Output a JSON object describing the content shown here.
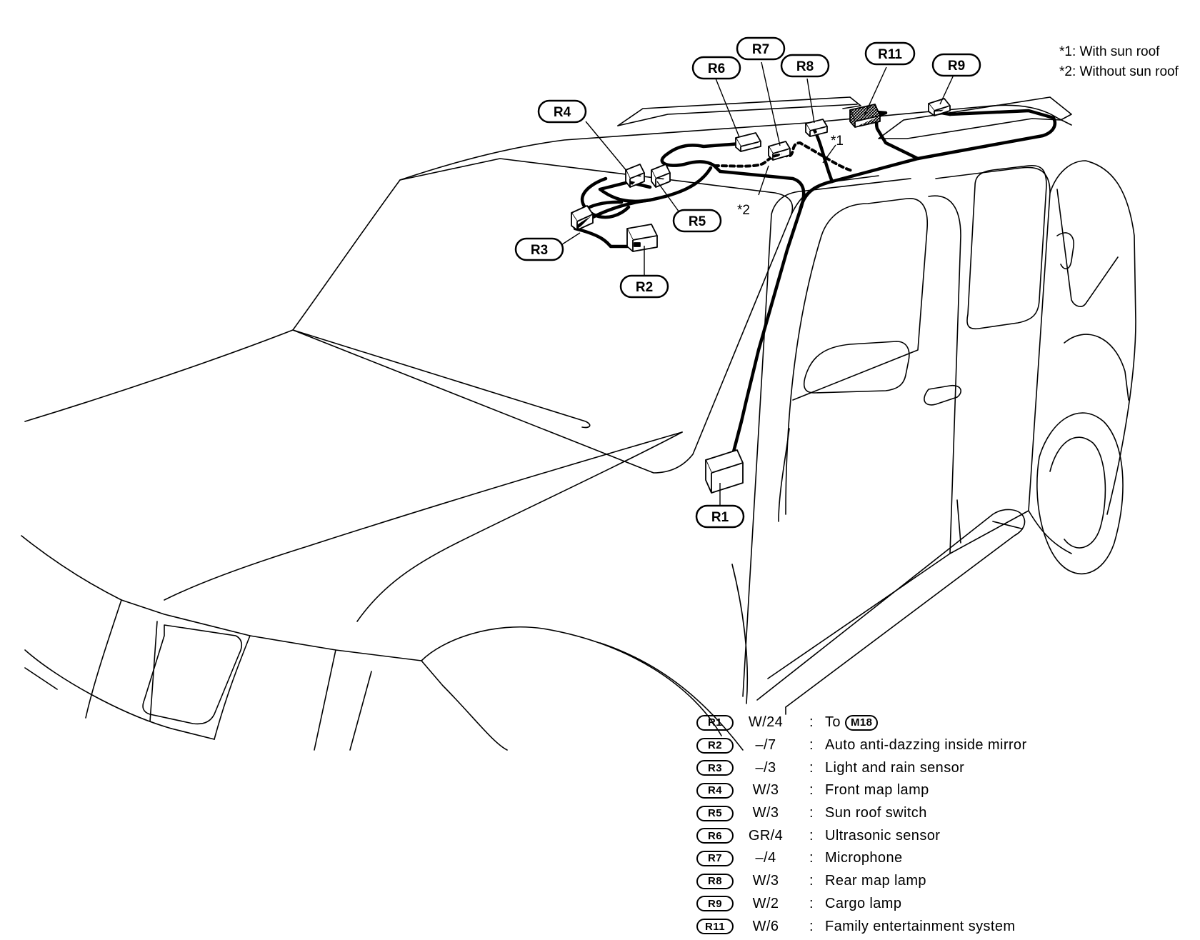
{
  "notes": [
    {
      "id": "1",
      "text": "*1: With sun roof"
    },
    {
      "id": "2",
      "text": "*2: Without sun roof"
    }
  ],
  "connector_tags": [
    "R1",
    "R2",
    "R3",
    "R4",
    "R5",
    "R6",
    "R7",
    "R8",
    "R9",
    "R11"
  ],
  "harness_marks": {
    "with_sunroof": "*1",
    "without_sunroof": "*2"
  },
  "legend": [
    {
      "code": "R1",
      "color": "W/24",
      "description": "To",
      "ref": "M18"
    },
    {
      "code": "R2",
      "color": "–/7",
      "description": "Auto anti-dazzing inside mirror"
    },
    {
      "code": "R3",
      "color": "–/3",
      "description": "Light and rain sensor"
    },
    {
      "code": "R4",
      "color": "W/3",
      "description": "Front map lamp"
    },
    {
      "code": "R5",
      "color": "W/3",
      "description": "Sun roof switch"
    },
    {
      "code": "R6",
      "color": "GR/4",
      "description": "Ultrasonic sensor"
    },
    {
      "code": "R7",
      "color": "–/4",
      "description": "Microphone"
    },
    {
      "code": "R8",
      "color": "W/3",
      "description": "Rear map lamp"
    },
    {
      "code": "R9",
      "color": "W/2",
      "description": "Cargo lamp"
    },
    {
      "code": "R11",
      "color": "W/6",
      "description": "Family entertainment system"
    }
  ],
  "legend_separator": ":"
}
